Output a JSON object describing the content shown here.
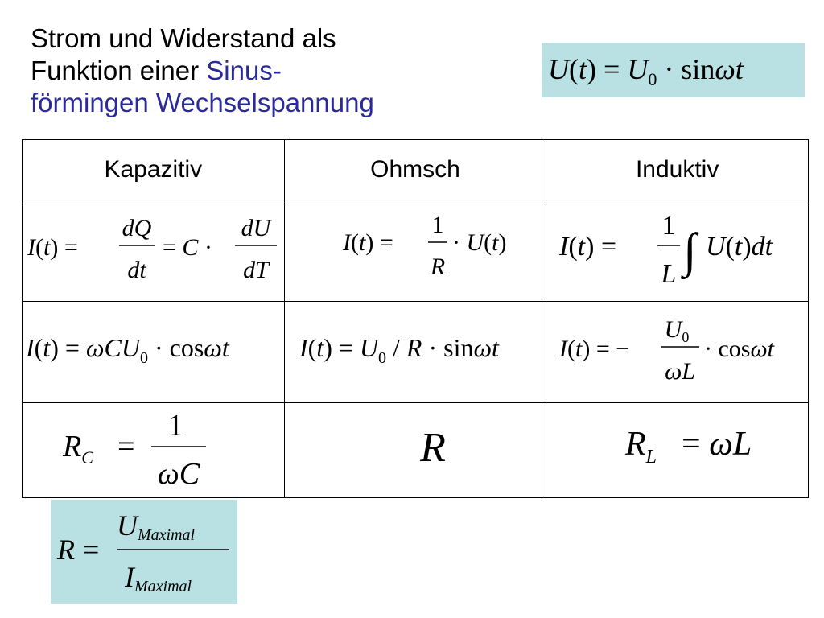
{
  "title": {
    "line1": "Strom und Widerstand als",
    "line2a": "Funktion einer ",
    "line2b": "Sinus-",
    "line3": "förmingen Wechselspannung"
  },
  "colors": {
    "title_highlight": "#2a2a9a",
    "box_fill": "#b9e0e2"
  },
  "table": {
    "headers": [
      "Kapazitiv",
      "Ohmsch",
      "Induktiv"
    ]
  },
  "formulas": {
    "top": "U(t) = U₀ · sin ωt",
    "r1c1": "I(t) = dQ/dt = C · dU/dT",
    "r1c2": "I(t) = 1/R · U(t)",
    "r1c3": "I(t) = 1/L ∫U(t)dt",
    "r2c1": "I(t) = ωCU₀ · cos ωt",
    "r2c2": "I(t) = U₀ / R · sin ωt",
    "r2c3": "I(t) = −U₀/(ωL) · cos ωt",
    "r3c1": "R_C = 1/(ωC)",
    "r3c2": "R",
    "r3c3": "R_L = ωL",
    "bottom": "R = U_Maximal / I_Maximal"
  }
}
